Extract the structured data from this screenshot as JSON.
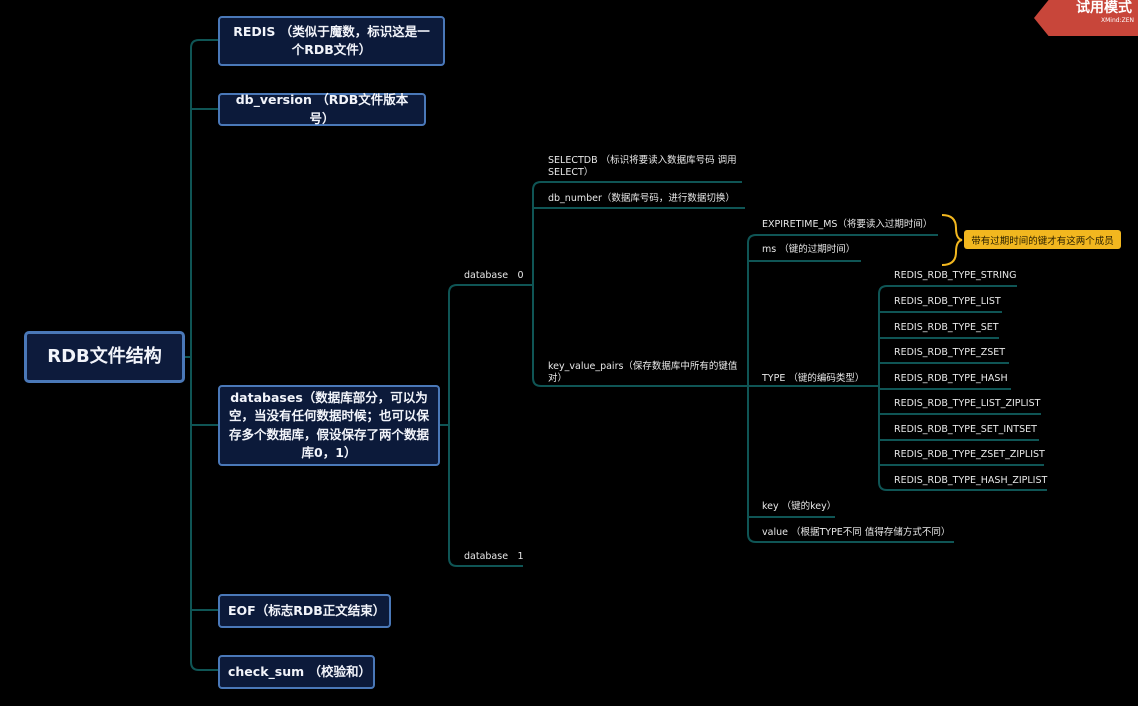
{
  "trial_badge": {
    "label": "试用模式",
    "product": "XMind:ZEN"
  },
  "root": {
    "label": "RDB文件结构"
  },
  "branches": {
    "redis": "REDIS （类似于魔数，标识这是一个RDB文件）",
    "db_version": "db_version （RDB文件版本号）",
    "databases": "databases（数据库部分，可以为空，当没有任何数据时候；也可以保存多个数据库，假设保存了两个数据库0，1）",
    "eof": "EOF（标志RDB正文结束）",
    "check_sum": "check_sum （校验和）"
  },
  "databases_children": {
    "db0": "database　0",
    "db1": "database　1"
  },
  "db0_children": {
    "selectdb": "SELECTDB （标识将要读入数据库号码 调用SELECT）",
    "db_number": "db_number（数据库号码，进行数据切换）",
    "key_value_pairs": "key_value_pairs（保存数据库中所有的键值对）"
  },
  "kv_children": {
    "expiretime": "EXPIRETIME_MS（将要读入过期时间）",
    "ms": "ms （键的过期时间）",
    "type": "TYPE （键的编码类型）",
    "key": "key （键的key）",
    "value": "value （根据TYPE不同 值得存储方式不同）"
  },
  "type_children": [
    "REDIS_RDB_TYPE_STRING",
    "REDIS_RDB_TYPE_LIST",
    "REDIS_RDB_TYPE_SET",
    "REDIS_RDB_TYPE_ZSET",
    "REDIS_RDB_TYPE_HASH",
    "REDIS_RDB_TYPE_LIST_ZIPLIST",
    "REDIS_RDB_TYPE_SET_INTSET",
    "REDIS_RDB_TYPE_ZSET_ZIPLIST",
    "REDIS_RDB_TYPE_HASH_ZIPLIST"
  ],
  "summary_note": "带有过期时间的键才有这两个成员",
  "colors": {
    "line": "#0f5555",
    "box_fill": "#0c1a3a",
    "box_border": "#4a78b8",
    "note": "#f2b71f",
    "badge": "#c8463a"
  }
}
